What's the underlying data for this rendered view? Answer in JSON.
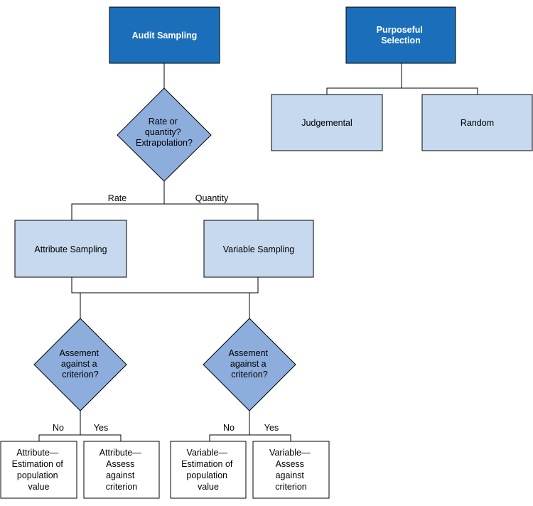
{
  "nodes": {
    "audit_sampling": "Audit Sampling",
    "purposeful_selection": [
      "Purposeful",
      "Selection"
    ],
    "judgemental": "Judgemental",
    "random": "Random",
    "decision_rate_quantity": [
      "Rate or",
      "quantity?",
      "Extrapolation?"
    ],
    "attribute_sampling": "Attribute Sampling",
    "variable_sampling": "Variable Sampling",
    "decision_attr_criterion": [
      "Assement",
      "against a",
      "criterion?"
    ],
    "decision_var_criterion": [
      "Assement",
      "against a",
      "criterion?"
    ],
    "attr_estimation": [
      "Attribute—",
      "Estimation of",
      "population",
      "value"
    ],
    "attr_assess": [
      "Attribute—",
      "Assess",
      "against",
      "criterion"
    ],
    "var_estimation": [
      "Variable—",
      "Estimation of",
      "population",
      "value"
    ],
    "var_assess": [
      "Variable—",
      "Assess",
      "against",
      "criterion"
    ]
  },
  "edge_labels": {
    "rate": "Rate",
    "quantity": "Quantity",
    "attr_no": "No",
    "attr_yes": "Yes",
    "var_no": "No",
    "var_yes": "Yes"
  },
  "colors": {
    "dark_box": "#1b6fba",
    "light_box": "#c6d9ef",
    "diamond": "#8daedc"
  }
}
